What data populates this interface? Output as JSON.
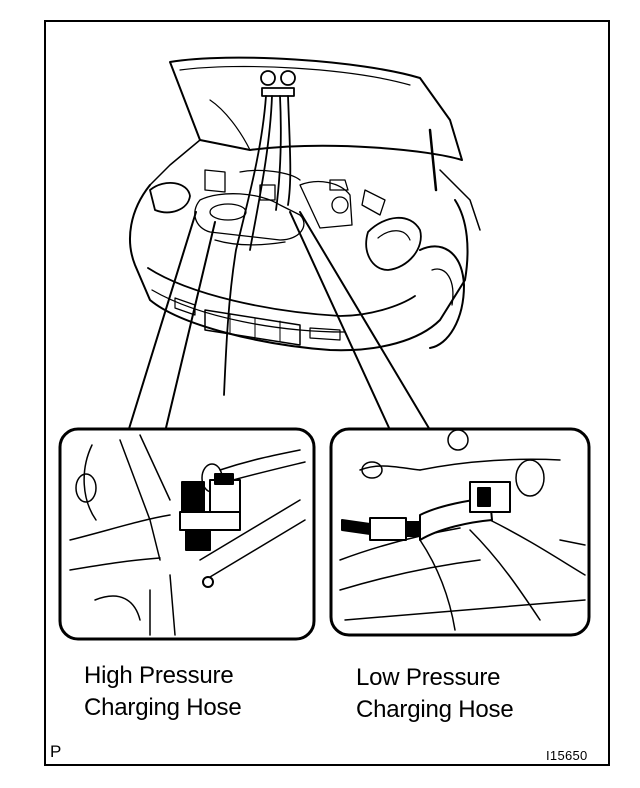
{
  "captions": {
    "high_line1": "High Pressure",
    "high_line2": "Charging Hose",
    "low_line1": "Low Pressure",
    "low_line2": "Charging Hose"
  },
  "corner": {
    "left_letter": "P",
    "figure_code": "I15650"
  }
}
